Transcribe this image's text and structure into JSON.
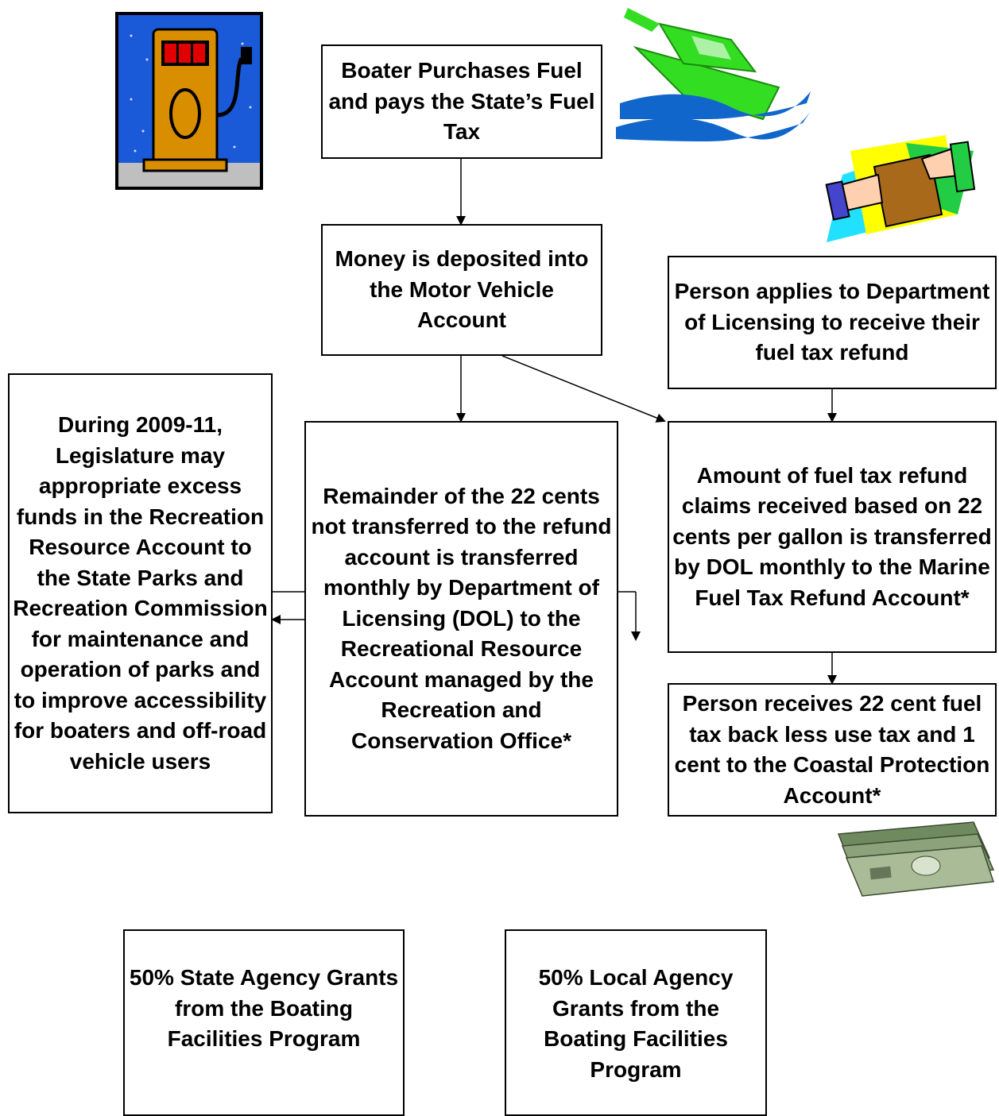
{
  "nodes": {
    "purchase": "Boater Purchases Fuel and pays the State’s Fuel Tax",
    "deposit": "Money is deposited into the Motor Vehicle Account",
    "applies": "Person applies to Department of Licensing to receive their fuel tax refund",
    "legislature": "During 2009-11, Legislature may appropriate excess funds in the Recreation Resource Account to the State Parks and Recreation Commission for maintenance and operation of parks and to improve accessibility for boaters and off-road vehicle users",
    "remainder": "Remainder of the 22 cents not transferred to the refund account  is transferred monthly by Department of Licensing (DOL) to the Recreational Resource Account managed by the Recreation and Conservation Office*",
    "refund_amount": "Amount of fuel tax refund claims received based on 22 cents per gallon is transferred by DOL monthly to the Marine Fuel Tax Refund Account*",
    "receives": "Person receives  22 cent fuel tax back less use tax and 1 cent to the Coastal Protection Account*",
    "state_grants": "50% State Agency Grants from the Boating Facilities Program",
    "local_grants": "50% Local Agency Grants from the Boating Facilities Program"
  },
  "icons": [
    "fuel-pump-icon",
    "boat-icon",
    "document-handoff-icon",
    "money-icon"
  ],
  "colors": {
    "border": "#000000",
    "text": "#000000",
    "boat": "#33dd22",
    "water": "#1166cc",
    "pump": "#cc8800",
    "sky": "#1a5ad8"
  }
}
